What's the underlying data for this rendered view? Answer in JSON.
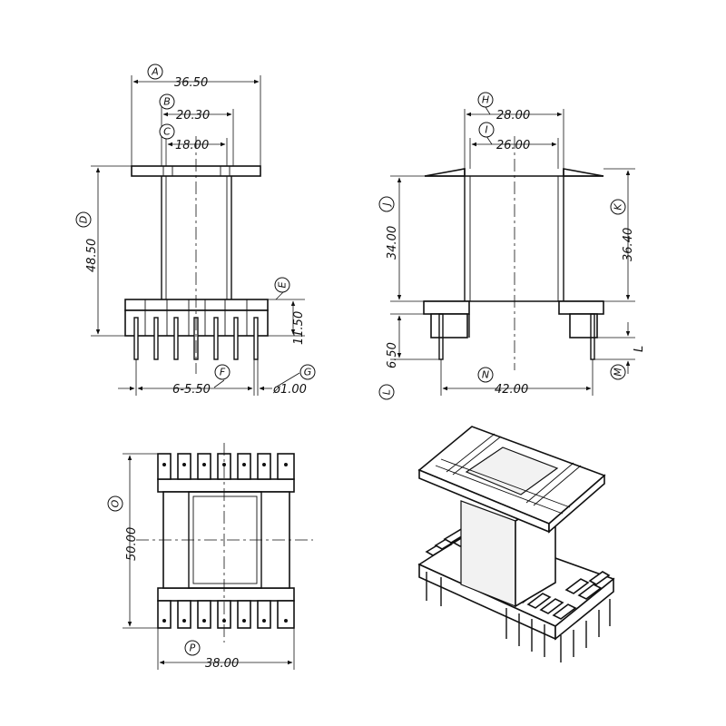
{
  "front_view": {
    "dims": [
      {
        "letter": "A",
        "value": "36.50"
      },
      {
        "letter": "B",
        "value": "20.30"
      },
      {
        "letter": "C",
        "value": "18.00"
      },
      {
        "letter": "D",
        "value": "48.50"
      },
      {
        "letter": "E",
        "value": "11.50"
      },
      {
        "letter": "F",
        "value": "6-5.50"
      },
      {
        "letter": "G",
        "value": "ø1.00"
      }
    ]
  },
  "side_view": {
    "dims": [
      {
        "letter": "H",
        "value": "28.00"
      },
      {
        "letter": "I",
        "value": "26.00"
      },
      {
        "letter": "J",
        "value": "34.00"
      },
      {
        "letter": "K",
        "value": "36.40"
      },
      {
        "letter": "L",
        "value": "6.50"
      },
      {
        "letter": "M",
        "value": "L"
      },
      {
        "letter": "N",
        "value": "42.00"
      }
    ]
  },
  "bottom_view": {
    "dims": [
      {
        "letter": "O",
        "value": "50.00"
      },
      {
        "letter": "P",
        "value": "38.00"
      }
    ]
  }
}
